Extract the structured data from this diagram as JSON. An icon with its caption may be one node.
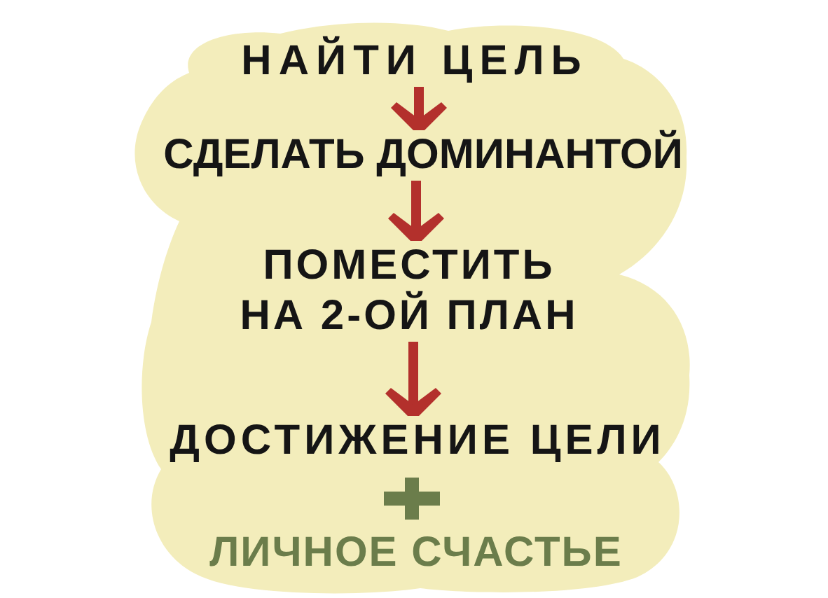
{
  "diagram": {
    "nodes": [
      {
        "text": [],
        "shape": "cloud"
      },
      {
        "text": [
          "НАЙТИ ЦЕЛЬ"
        ],
        "in": 0
      },
      {
        "text": [
          "СДЕЛАТЬ ДОМИНАНТОЙ"
        ],
        "in": 0
      },
      {
        "text": [
          "ПОМЕСТИТЬ НА 2-ОЙ ПЛАН"
        ],
        "in": 0
      },
      {
        "text": [
          "ДОСТИЖЕНИЕ ЦЕЛИ"
        ],
        "in": 0
      },
      {
        "text": [
          "ЛИЧНОЕ СЧАСТЬЕ"
        ],
        "in": 0
      }
    ],
    "edges": [
      {
        "from": 1,
        "to": 2,
        "arrow": "to"
      },
      {
        "from": 2,
        "to": 3,
        "arrow": "to"
      },
      {
        "from": 3,
        "to": 4,
        "arrow": "to"
      }
    ]
  }
}
